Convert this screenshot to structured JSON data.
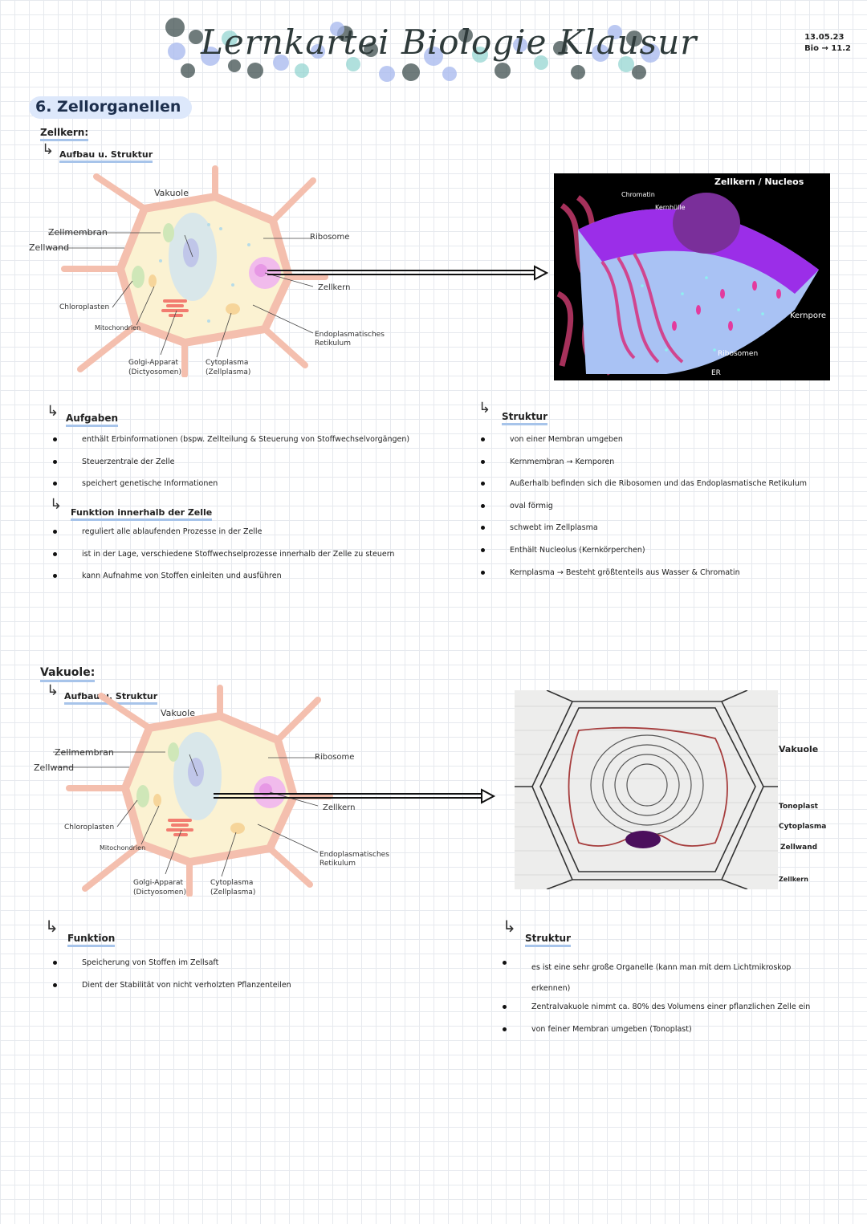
{
  "header": {
    "title": "Lernkartei Biologie Klausur",
    "date": "13.05.23",
    "course": "Bio → 11.2"
  },
  "section": {
    "title": "6. Zellorganellen"
  },
  "zellkern": {
    "heading": "Zellkern:",
    "aufbau_label": "Aufbau u. Struktur",
    "diagram": {
      "vakuole": "Vakuole",
      "zellmembran": "Zellmembran",
      "zellwand": "Zellwand",
      "ribosome": "Ribosome",
      "zellkern": "Zellkern",
      "chloroplasten": "Chloroplasten",
      "mitochondrien": "Mitochondrien",
      "er_line1": "Endoplasmatisches",
      "er_line2": "Retikulum",
      "golgi_line1": "Golgi-Apparat",
      "golgi_line2": "(Dictyosomen)",
      "cytoplasma_line1": "Cytoplasma",
      "cytoplasma_line2": "(Zellplasma)"
    },
    "photo": {
      "title": "Zellkern / Nucleos",
      "chromatin": "Chromatin",
      "kernhuelle": "Kernhülle",
      "kernpore": "Kernpore",
      "ribosomen": "Ribosomen",
      "er": "ER"
    },
    "aufgaben": {
      "heading": "Aufgaben",
      "items": [
        "enthält Erbinformationen (bspw. Zellteilung & Steuerung von Stoffwechselvorgängen)",
        "Steuerzentrale der Zelle",
        "speichert genetische Informationen"
      ]
    },
    "funktion": {
      "heading": "Funktion innerhalb der Zelle",
      "items": [
        "reguliert alle ablaufenden Prozesse in der Zelle",
        "ist in der Lage, verschiedene Stoffwechselprozesse innerhalb der Zelle zu steuern",
        "kann Aufnahme von Stoffen einleiten und ausführen"
      ]
    },
    "struktur": {
      "heading": "Struktur",
      "items": [
        "von einer Membran umgeben",
        "Kernmembran → Kernporen",
        "Außerhalb befinden sich die Ribosomen und das Endoplasmatische Retikulum",
        "oval förmig",
        "schwebt im Zellplasma",
        "Enthält Nucleolus (Kernkörperchen)",
        "Kernplasma → Besteht größtenteils aus Wasser & Chromatin"
      ]
    }
  },
  "vakuole": {
    "heading": "Vakuole:",
    "aufbau_label": "Aufbau u. Struktur",
    "photo_labels": {
      "vakuole": "Vakuole",
      "tonoplast": "Tonoplast",
      "cytoplasma": "Cytoplasma",
      "zellwand": "Zellwand",
      "zellkern": "Zellkern"
    },
    "funktion": {
      "heading": "Funktion",
      "items": [
        "Speicherung von Stoffen im Zellsaft",
        "Dient der Stabilität von nicht verholzten Pflanzenteilen"
      ]
    },
    "struktur": {
      "heading": "Struktur",
      "items": [
        "es ist eine sehr große Organelle (kann man mit dem Lichtmikroskop erkennen)",
        "Zentralvakuole nimmt ca. 80% des Volumens einer pflanzlichen Zelle ein",
        "von feiner Membran umgeben (Tonoplast)"
      ]
    }
  },
  "colors": {
    "cell_wall": "#f6c3b1",
    "cytoplasm": "#fbf2d2",
    "vacuole": "#d5e6ec",
    "nucleus": "#f0b5ee",
    "accent_blue": "#a7c4ea"
  }
}
